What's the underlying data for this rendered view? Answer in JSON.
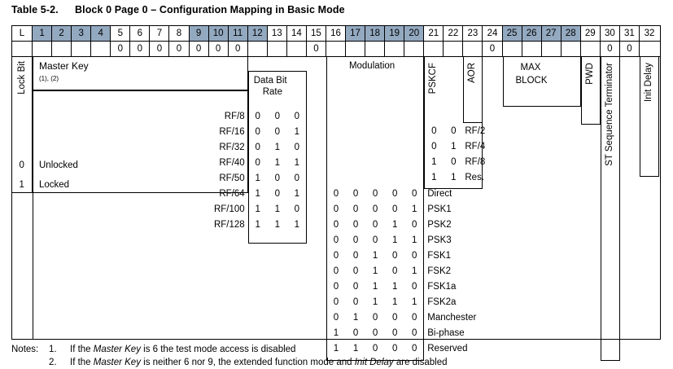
{
  "title": {
    "number": "Table 5-2.",
    "text": "Block 0 Page 0 – Configuration Mapping in Basic Mode"
  },
  "header": {
    "lock_label": "L",
    "columns": [
      "1",
      "2",
      "3",
      "4",
      "5",
      "6",
      "7",
      "8",
      "9",
      "10",
      "11",
      "12",
      "13",
      "14",
      "15",
      "16",
      "17",
      "18",
      "19",
      "20",
      "21",
      "22",
      "23",
      "24",
      "25",
      "26",
      "27",
      "28",
      "29",
      "30",
      "31",
      "32"
    ],
    "shaded_columns": [
      "1",
      "2",
      "3",
      "4",
      "9",
      "10",
      "11",
      "12",
      "17",
      "18",
      "19",
      "20",
      "25",
      "26",
      "27",
      "28"
    ],
    "shade_color": "#93a9c0"
  },
  "fixed_zero_row": {
    "label": "fixed-zero-bits",
    "values": {
      "5": "0",
      "6": "0",
      "7": "0",
      "8": "0",
      "9": "0",
      "10": "0",
      "11": "0",
      "15": "0",
      "24": "0",
      "30": "0",
      "31": "0"
    }
  },
  "fields": {
    "lock_bit": {
      "title": "Lock Bit",
      "rows": [
        {
          "bit": "0",
          "meaning": "Unlocked"
        },
        {
          "bit": "1",
          "meaning": "Locked"
        }
      ]
    },
    "master_key": {
      "title": "Master Key",
      "footnotes": "(1), (2)"
    },
    "data_bit_rate": {
      "title_line1": "Data Bit",
      "title_line2": "Rate",
      "rows": [
        {
          "name": "RF/8",
          "bits": [
            "0",
            "0",
            "0"
          ]
        },
        {
          "name": "RF/16",
          "bits": [
            "0",
            "0",
            "1"
          ]
        },
        {
          "name": "RF/32",
          "bits": [
            "0",
            "1",
            "0"
          ]
        },
        {
          "name": "RF/40",
          "bits": [
            "0",
            "1",
            "1"
          ]
        },
        {
          "name": "RF/50",
          "bits": [
            "1",
            "0",
            "0"
          ]
        },
        {
          "name": "RF/64",
          "bits": [
            "1",
            "0",
            "1"
          ]
        },
        {
          "name": "RF/100",
          "bits": [
            "1",
            "1",
            "0"
          ]
        },
        {
          "name": "RF/128",
          "bits": [
            "1",
            "1",
            "1"
          ]
        }
      ]
    },
    "modulation": {
      "title": "Modulation",
      "rows": [
        {
          "bits": [
            "0",
            "0",
            "0",
            "0",
            "0"
          ],
          "name": "Direct"
        },
        {
          "bits": [
            "0",
            "0",
            "0",
            "0",
            "1"
          ],
          "name": "PSK1"
        },
        {
          "bits": [
            "0",
            "0",
            "0",
            "1",
            "0"
          ],
          "name": "PSK2"
        },
        {
          "bits": [
            "0",
            "0",
            "0",
            "1",
            "1"
          ],
          "name": "PSK3"
        },
        {
          "bits": [
            "0",
            "0",
            "1",
            "0",
            "0"
          ],
          "name": "FSK1"
        },
        {
          "bits": [
            "0",
            "0",
            "1",
            "0",
            "1"
          ],
          "name": "FSK2"
        },
        {
          "bits": [
            "0",
            "0",
            "1",
            "1",
            "0"
          ],
          "name": "FSK1a"
        },
        {
          "bits": [
            "0",
            "0",
            "1",
            "1",
            "1"
          ],
          "name": "FSK2a"
        },
        {
          "bits": [
            "0",
            "1",
            "0",
            "0",
            "0"
          ],
          "name": "Manchester"
        },
        {
          "bits": [
            "1",
            "0",
            "0",
            "0",
            "0"
          ],
          "name": "Bi-phase"
        },
        {
          "bits": [
            "1",
            "1",
            "0",
            "0",
            "0"
          ],
          "name": "Reserved"
        }
      ]
    },
    "pskcf": {
      "title": "PSKCF",
      "rows": [
        {
          "bits": [
            "0",
            "0"
          ],
          "name": "RF/2"
        },
        {
          "bits": [
            "0",
            "1"
          ],
          "name": "RF/4"
        },
        {
          "bits": [
            "1",
            "0"
          ],
          "name": "RF/8"
        },
        {
          "bits": [
            "1",
            "1"
          ],
          "name": "Res."
        }
      ]
    },
    "aor": {
      "title": "AOR"
    },
    "max_block": {
      "title_line1": "MAX",
      "title_line2": "BLOCK"
    },
    "pwd": {
      "title": "PWD"
    },
    "st_sequence_terminator": {
      "title": "ST Sequence Terminator"
    },
    "init_delay": {
      "title": "Init Delay"
    }
  },
  "notes": {
    "label": "Notes:",
    "items": [
      {
        "num": "1.",
        "pre": "If the ",
        "em1": "Master Key",
        "mid": " is 6 the test mode access is disabled",
        "em2": "",
        "post": ""
      },
      {
        "num": "2.",
        "pre": "If the ",
        "em1": "Master Key",
        "mid": " is neither 6 nor 9, the extended function mode and ",
        "em2": "Init Delay",
        "post": " are disabled"
      }
    ]
  }
}
